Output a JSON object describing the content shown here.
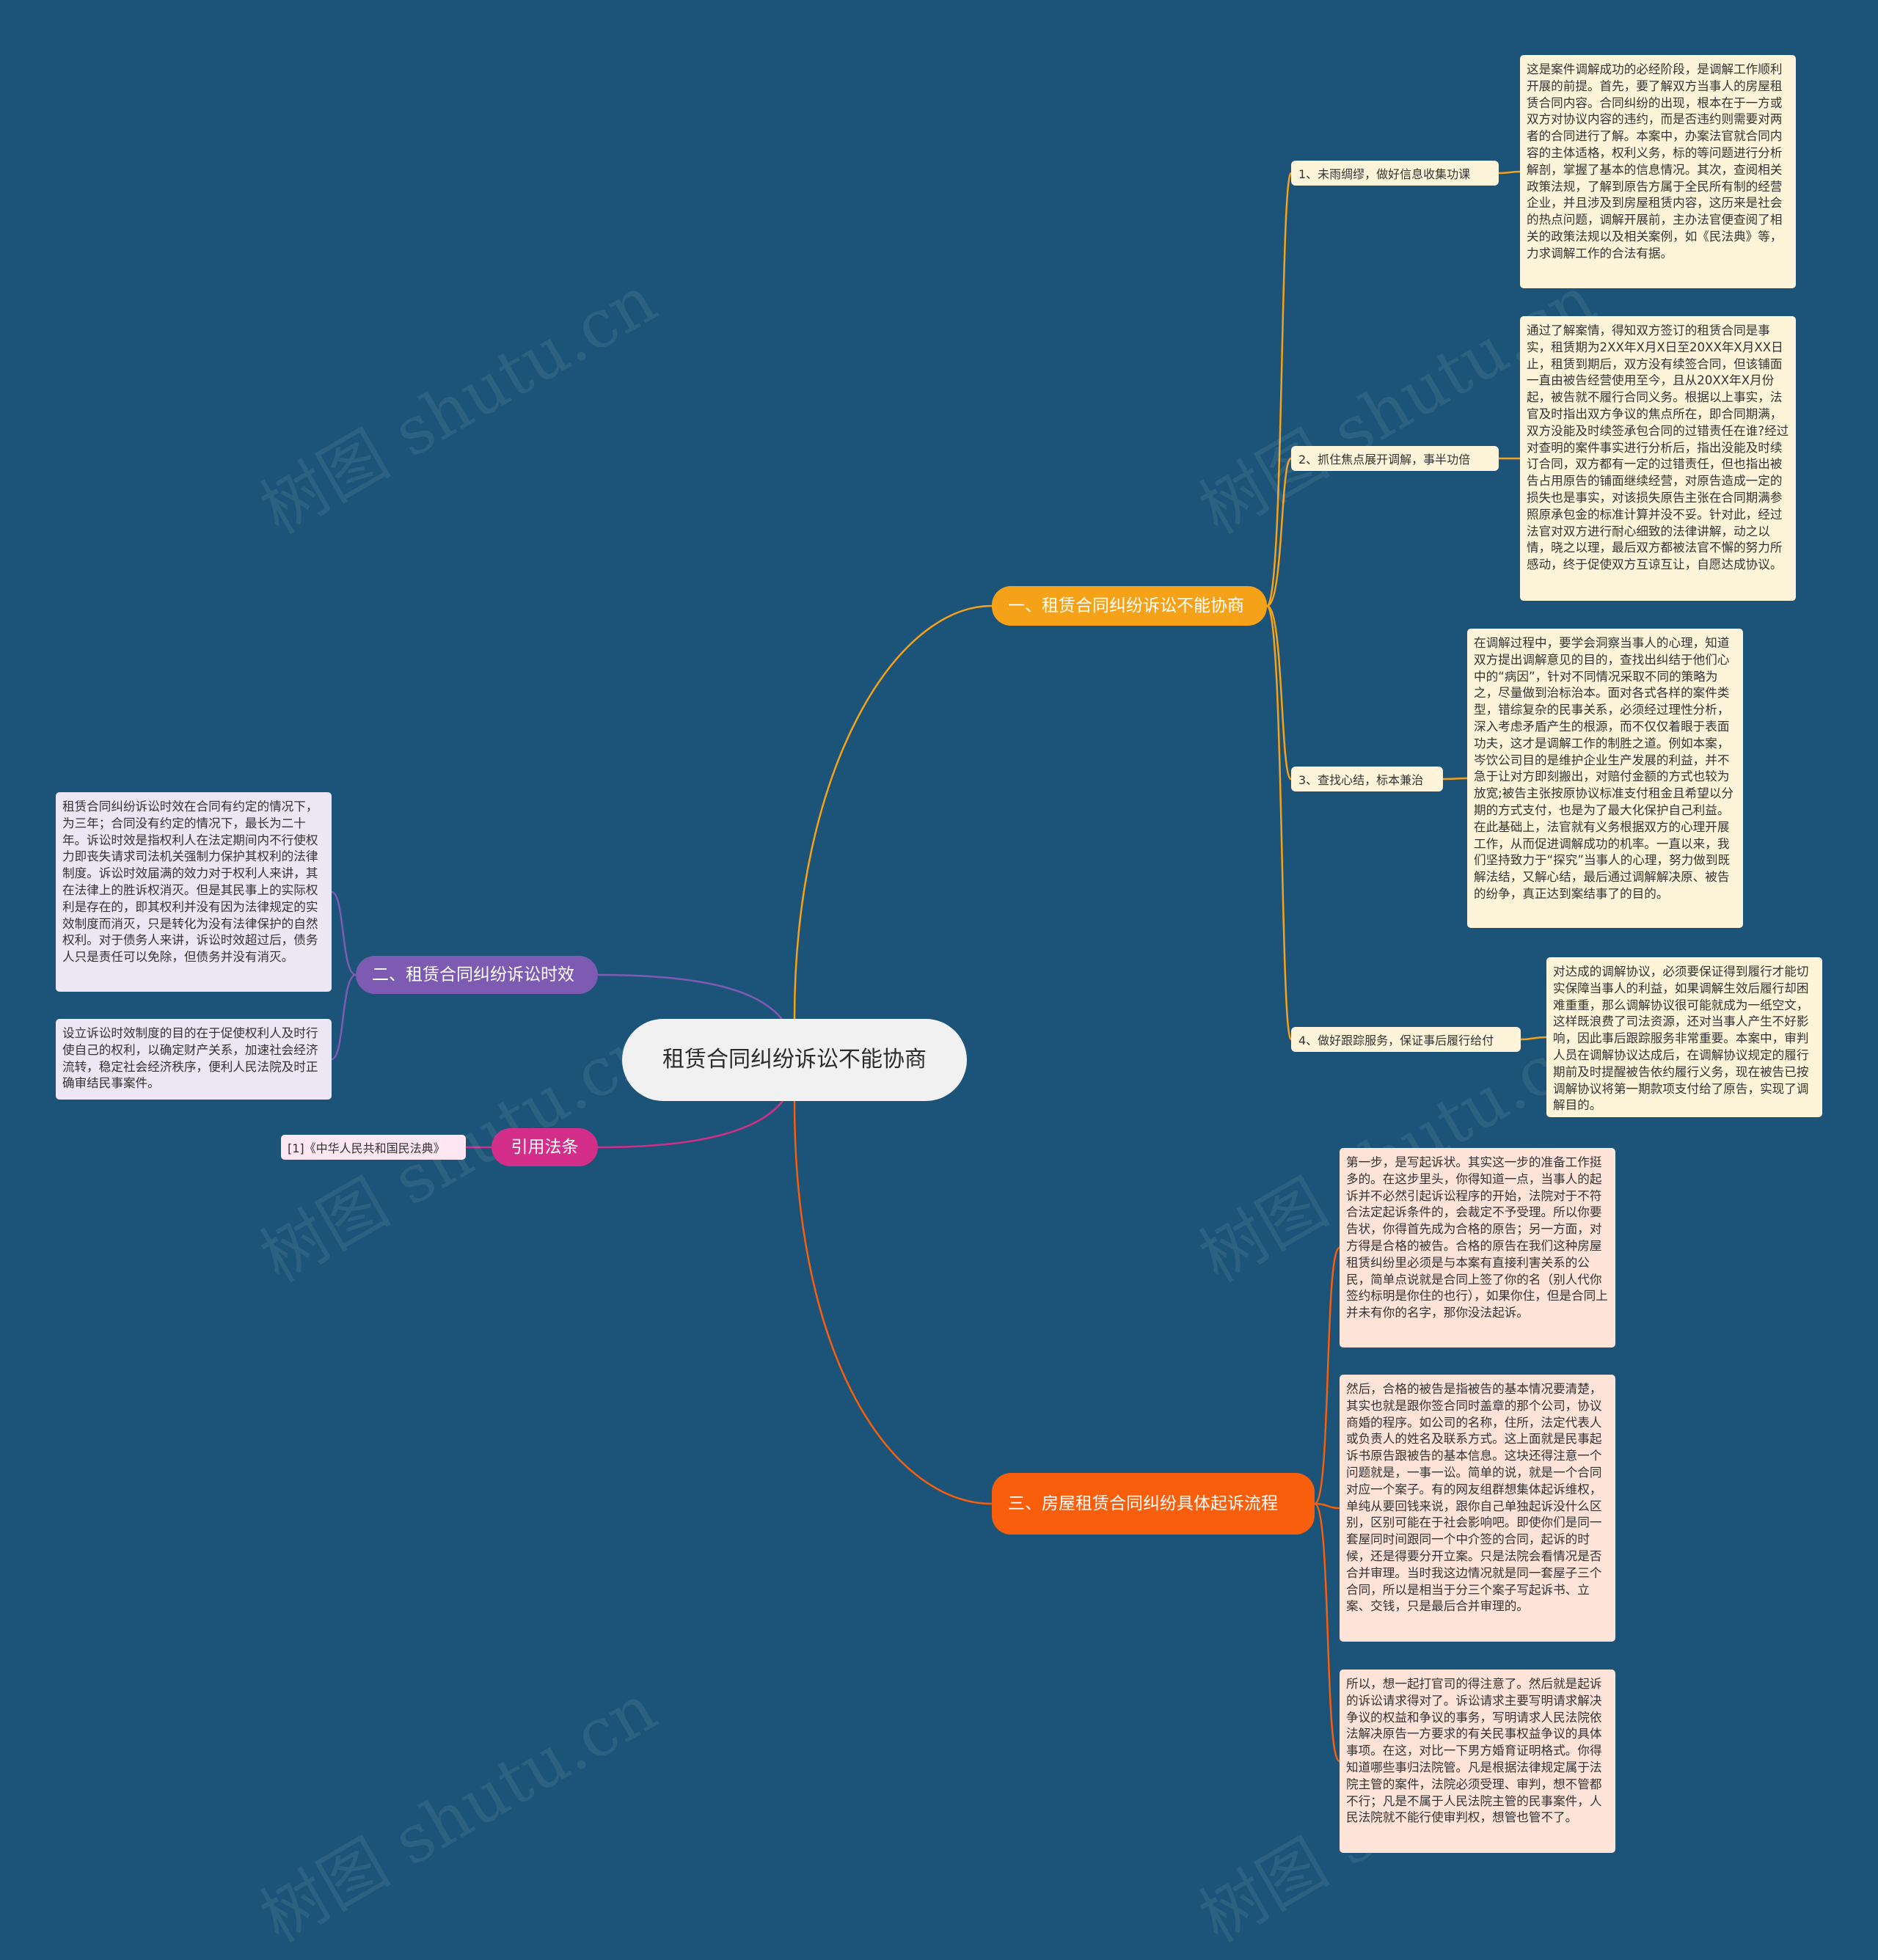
{
  "root": {
    "title": "租赁合同纠纷诉讼不能协商"
  },
  "branches": [
    {
      "label": "一、租赁合同纠纷诉讼不能协商",
      "color": "#f6a218",
      "children": [
        {
          "label": "1、未雨绸缪，做好信息收集功课",
          "note": "这是案件调解成功的必经阶段，是调解工作顺利开展的前提。首先，要了解双方当事人的房屋租赁合同内容。合同纠纷的出现，根本在于一方或双方对协议内容的违约，而是否违约则需要对两者的合同进行了解。本案中，办案法官就合同内容的主体适格，权利义务，标的等问题进行分析解剖，掌握了基本的信息情况。其次，查阅相关政策法规，了解到原告方属于全民所有制的经营企业，并且涉及到房屋租赁内容，这历来是社会的热点问题，调解开展前，主办法官便查阅了相关的政策法规以及相关案例，如《民法典》等，力求调解工作的合法有据。"
        },
        {
          "label": "2、抓住焦点展开调解，事半功倍",
          "note": "通过了解案情，得知双方签订的租赁合同是事实，租赁期为2XX年X月X日至20XX年X月XX日止，租赁到期后，双方没有续签合同，但该铺面一直由被告经营使用至今，且从20XX年X月份起，被告就不履行合同义务。根据以上事实，法官及时指出双方争议的焦点所在，即合同期满，双方没能及时续签承包合同的过错责任在谁?经过对查明的案件事实进行分析后，指出没能及时续订合同，双方都有一定的过错责任，但也指出被告占用原告的铺面继续经营，对原告造成一定的损失也是事实，对该损失原告主张在合同期满参照原承包金的标准计算并没不妥。针对此，经过法官对双方进行耐心细致的法律讲解，动之以情，晓之以理，最后双方都被法官不懈的努力所感动，终于促使双方互谅互让，自愿达成协议。"
        },
        {
          "label": "3、查找心结，标本兼治",
          "note": "在调解过程中，要学会洞察当事人的心理，知道双方提出调解意见的目的，查找出纠结于他们心中的“病因”，针对不同情况采取不同的策略为之，尽量做到治标治本。面对各式各样的案件类型，错综复杂的民事关系，必须经过理性分析，深入考虑矛盾产生的根源，而不仅仅着眼于表面功夫，这才是调解工作的制胜之道。例如本案，岑饮公司目的是维护企业生产发展的利益，并不急于让对方即刻搬出，对赔付金额的方式也较为放宽;被告主张按原协议标准支付租金且希望以分期的方式支付，也是为了最大化保护自己利益。在此基础上，法官就有义务根据双方的心理开展工作，从而促进调解成功的机率。一直以来，我们坚持致力于“探究”当事人的心理，努力做到既解法结，又解心结，最后通过调解解决原、被告的纷争，真正达到案结事了的目的。"
        },
        {
          "label": "4、做好跟踪服务，保证事后履行给付",
          "note": "对达成的调解协议，必须要保证得到履行才能切实保障当事人的利益，如果调解生效后履行却困难重重，那么调解协议很可能就成为一纸空文，这样既浪费了司法资源，还对当事人产生不好影响，因此事后跟踪服务非常重要。本案中，审判人员在调解协议达成后，在调解协议规定的履行期前及时提醒被告依约履行义务，现在被告已按调解协议将第一期款项支付给了原告，实现了调解目的。"
        }
      ]
    },
    {
      "label": "二、租赁合同纠纷诉讼时效",
      "color": "#7e5bb3",
      "notes": [
        "租赁合同纠纷诉讼时效在合同有约定的情况下，为三年；合同没有约定的情况下，最长为二十年。诉讼时效是指权利人在法定期间内不行使权力即丧失请求司法机关强制力保护其权利的法律制度。诉讼时效届满的效力对于权利人来讲，其在法律上的胜诉权消灭。但是其民事上的实际权利是存在的，即其权利并没有因为法律规定的实效制度而消灭，只是转化为没有法律保护的自然权利。对于债务人来讲，诉讼时效超过后，债务人只是责任可以免除，但债务并没有消灭。",
        "设立诉讼时效制度的目的在于促使权利人及时行使自己的权利，以确定财产关系，加速社会经济流转，稳定社会经济秩序，便利人民法院及时正确审结民事案件。"
      ]
    },
    {
      "label": "引用法条",
      "color": "#d22e8a",
      "ref": "[1]《中华人民共和国民法典》"
    },
    {
      "label": "三、房屋租赁合同纠纷具体起诉流程",
      "color": "#f95e0d",
      "notes": [
        "第一步，是写起诉状。其实这一步的准备工作挺多的。在这步里头，你得知道一点，当事人的起诉并不必然引起诉讼程序的开始，法院对于不符合法定起诉条件的，会裁定不予受理。所以你要告状，你得首先成为合格的原告；另一方面，对方得是合格的被告。合格的原告在我们这种房屋租赁纠纷里必须是与本案有直接利害关系的公民，简单点说就是合同上签了你的名（别人代你签约标明是你住的也行），如果你住，但是合同上并未有你的名字，那你没法起诉。",
        "然后，合格的被告是指被告的基本情况要清楚，其实也就是跟你签合同时盖章的那个公司，协议商婚的程序。如公司的名称，住所，法定代表人或负责人的姓名及联系方式。这上面就是民事起诉书原告跟被告的基本信息。这块还得注意一个问题就是，一事一讼。简单的说，就是一个合同对应一个案子。有的网友组群想集体起诉维权，单纯从要回钱来说，跟你自己单独起诉没什么区别，区别可能在于社会影响吧。即使你们是同一套屋同时间跟同一个中介签的合同，起诉的时候，还是得要分开立案。只是法院会看情况是否合并审理。当时我这边情况就是同一套屋子三个合同，所以是相当于分三个案子写起诉书、立案、交钱，只是最后合并审理的。",
        "所以，想一起打官司的得注意了。然后就是起诉的诉讼请求得对了。诉讼请求主要写明请求解决争议的权益和争议的事务，写明请求人民法院依法解决原告一方要求的有关民事权益争议的具体事项。在这，对比一下男方婚育证明格式。你得知道哪些事归法院管。凡是根据法律规定属于法院主管的案件，法院必须受理、审判，想不管都不行；凡是不属于人民法院主管的民事案件，人民法院就不能行使审判权，想管也管不了。"
      ]
    }
  ],
  "watermark": "树图 shutu.cn"
}
